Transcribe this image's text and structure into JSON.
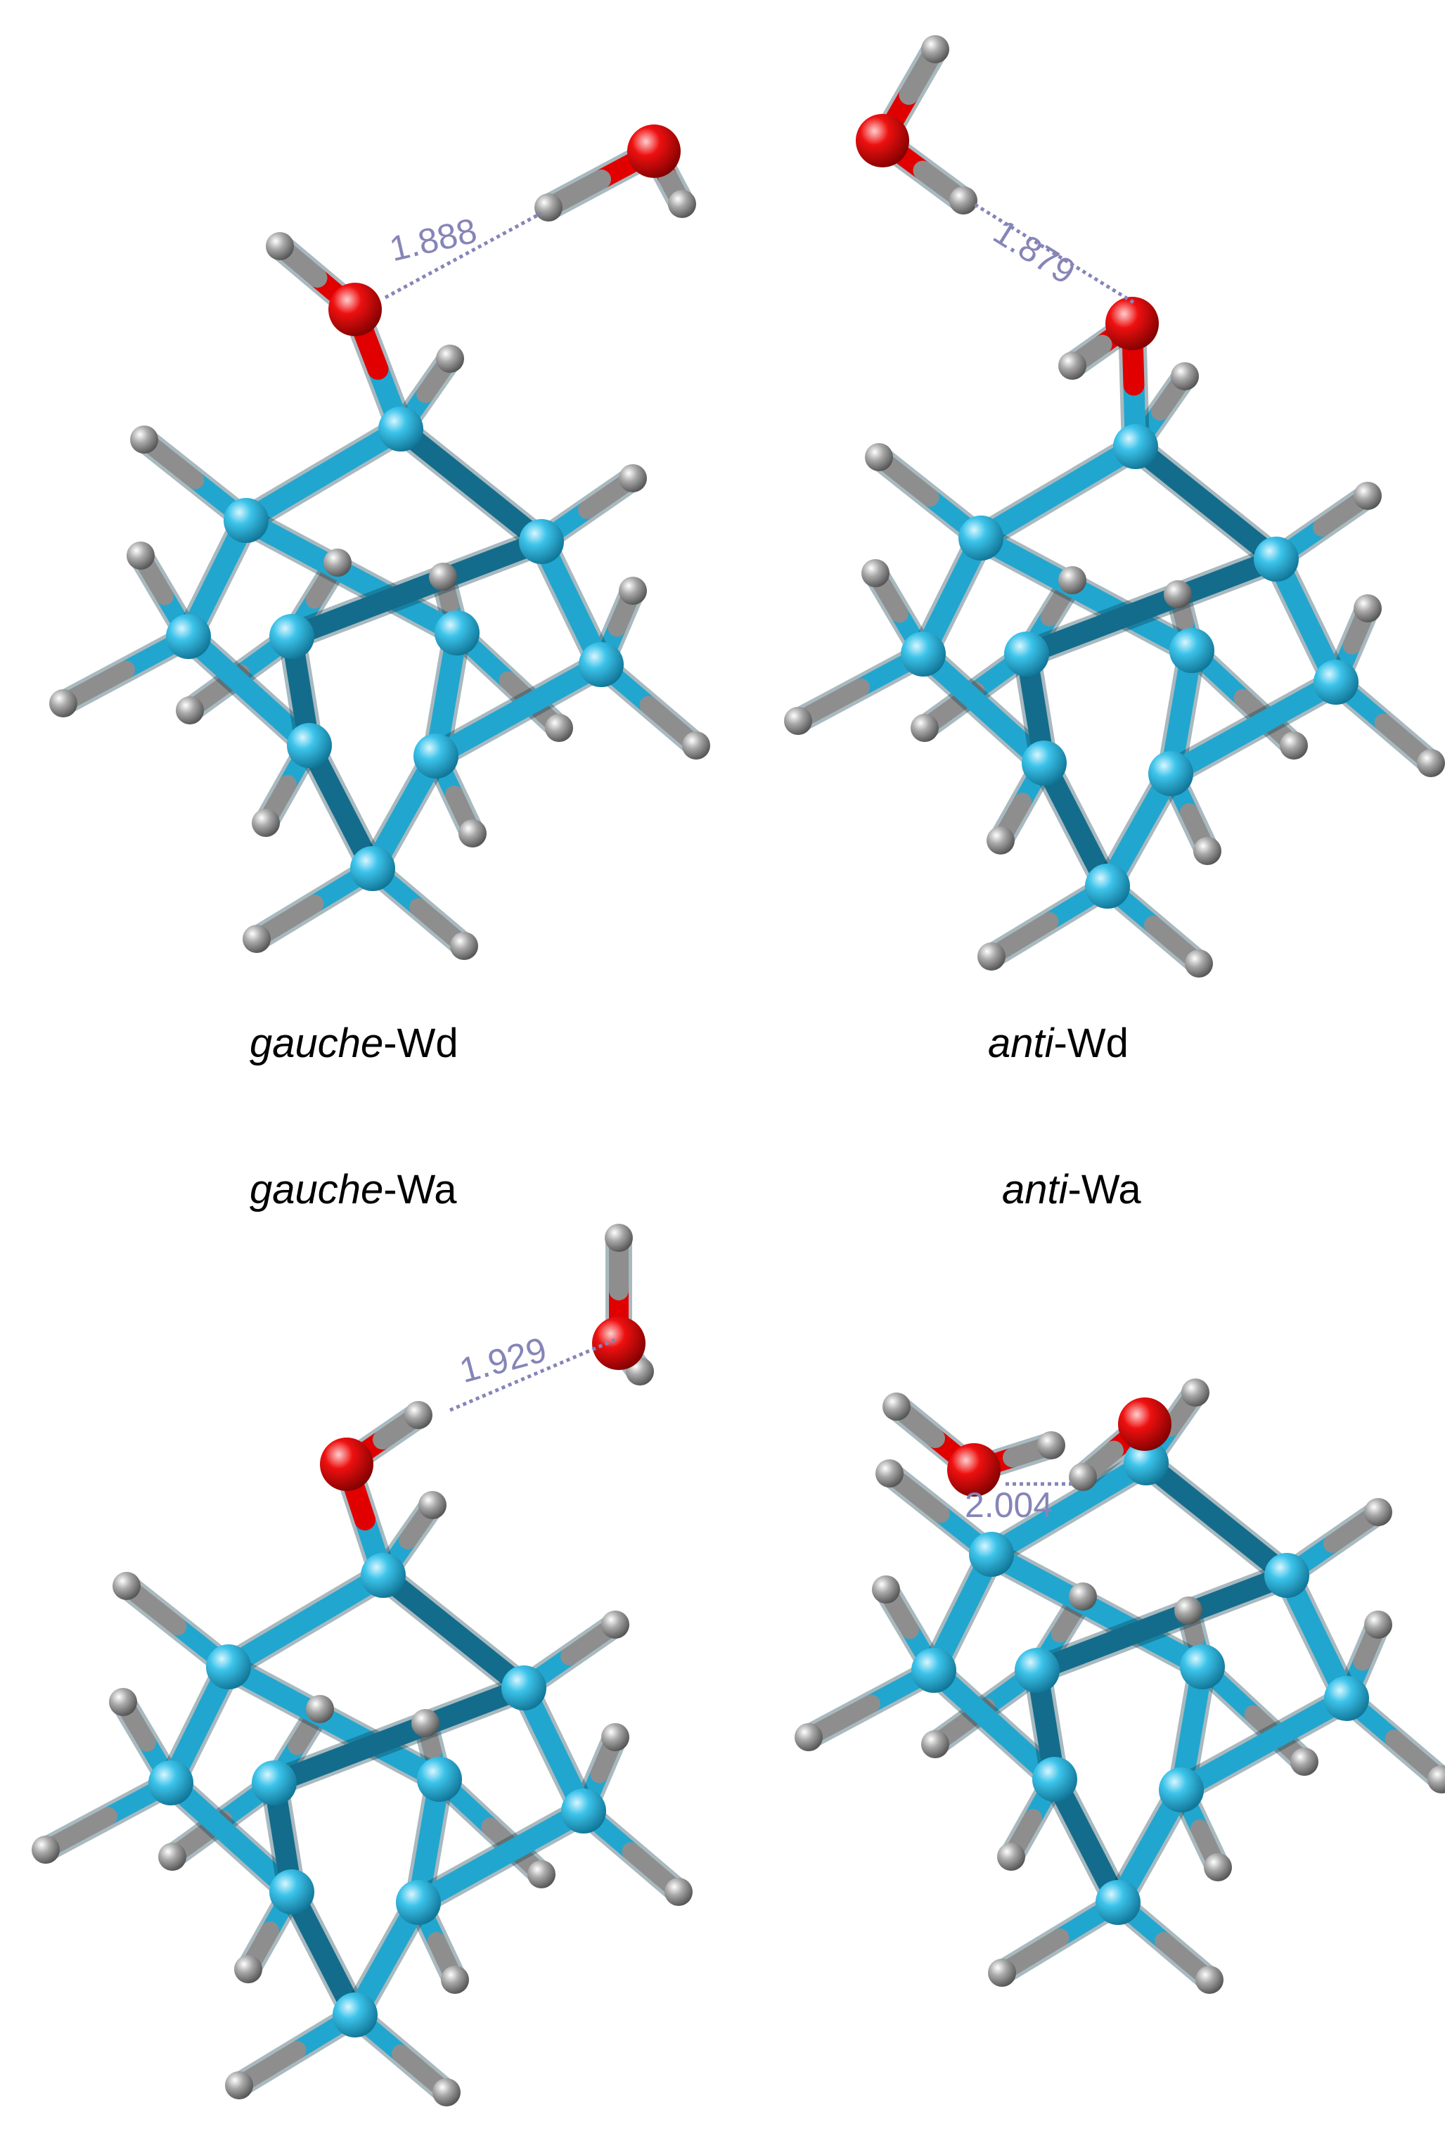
{
  "panels": [
    {
      "prefix": "gauche",
      "suffix": "-Wd",
      "distance": "1.888"
    },
    {
      "prefix": "anti",
      "suffix": "-Wd",
      "distance": "1.879"
    },
    {
      "prefix": "gauche",
      "suffix": "-Wa",
      "distance": "1.929"
    },
    {
      "prefix": "anti",
      "suffix": "-Wa",
      "distance": "2.004"
    }
  ],
  "colors": {
    "carbon": "#21a6d0",
    "carbon_dark": "#136c8c",
    "hydrogen": "#8e8e8e",
    "oxygen": "#e00000",
    "hbond": "#8585b8"
  }
}
